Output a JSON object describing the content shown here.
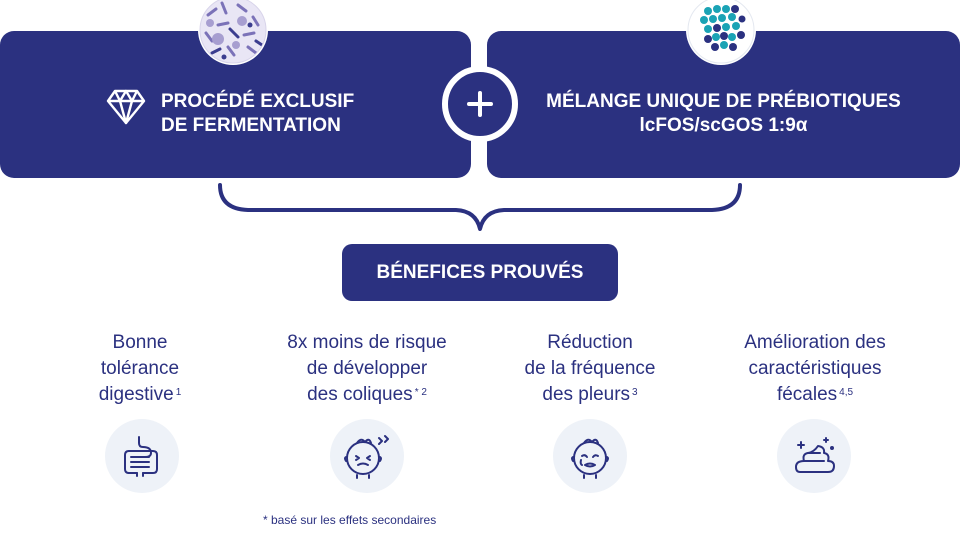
{
  "panels": {
    "left": {
      "line1": "PROCÉDÉ EXCLUSIF",
      "line2": "DE FERMENTATION",
      "icon": "diamond-icon"
    },
    "right": {
      "line1": "MÉLANGE UNIQUE DE PRÉBIOTIQUES",
      "line2": "lcFOS/scGOS 1:9α"
    }
  },
  "plus_symbol": "+",
  "benefits_title": "BÉNEFICES PROUVÉS",
  "benefits": [
    {
      "lines": [
        "Bonne",
        "tolérance",
        "digestive"
      ],
      "sup": "1",
      "icon": "digestive-system-icon"
    },
    {
      "lines": [
        "8x moins de risque",
        "de développer",
        "des coliques"
      ],
      "sup": "* 2",
      "icon": "fussy-baby-icon"
    },
    {
      "lines": [
        "Réduction",
        "de la fréquence",
        "des pleurs"
      ],
      "sup": "3",
      "icon": "crying-baby-icon"
    },
    {
      "lines": [
        "Amélioration des",
        "caractéristiques",
        "fécales"
      ],
      "sup": "4,5",
      "icon": "stool-sparkle-icon"
    }
  ],
  "footnote": "* basé sur les effets secondaires",
  "colors": {
    "navy": "#2b3180",
    "icon_bg": "#eef2f8",
    "accent_teal": "#1aa3b5",
    "accent_purple": "#9a8fc6"
  }
}
